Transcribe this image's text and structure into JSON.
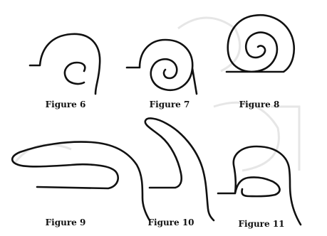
{
  "figures": [
    {
      "id": "6",
      "caption": "Figure 6"
    },
    {
      "id": "7",
      "caption": "Figure 7"
    },
    {
      "id": "8",
      "caption": "Figure 8"
    },
    {
      "id": "9",
      "caption": "Figure 9"
    },
    {
      "id": "10",
      "caption": "Figure 10"
    },
    {
      "id": "11",
      "caption": "Figure 11"
    }
  ],
  "colors": {
    "ink": "#111111",
    "background": "#ffffff",
    "watermark": "#e6e6e6"
  }
}
